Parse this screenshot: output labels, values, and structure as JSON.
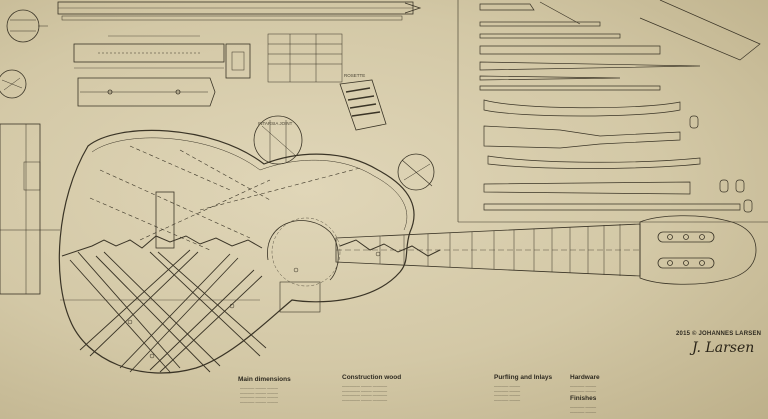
{
  "sheet": {
    "copyright": "2015 © JOHANNES LARSEN",
    "signature": "J. Larsen",
    "labels": {
      "intarsia_joint": "INTARSIA JOINT",
      "rosette": "ROSETTE"
    },
    "sections": [
      {
        "title": "Main dimensions"
      },
      {
        "title": "Construction wood"
      },
      {
        "title": "Purfling and Inlays"
      },
      {
        "title": "Hardware"
      },
      {
        "title": "Finishes"
      }
    ]
  }
}
